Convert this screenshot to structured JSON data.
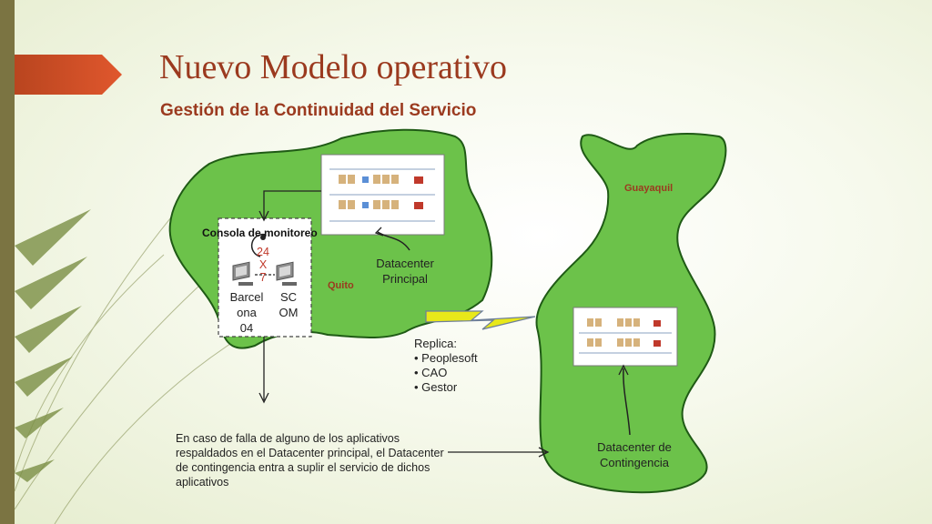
{
  "title": "Nuevo Modelo operativo",
  "subtitle": "Gestión de la Continuidad del Servicio",
  "regions": {
    "quito": "Quito",
    "guayaquil": "Guayaquil"
  },
  "monitor": {
    "label": "Consola de monitoreo",
    "hours_line1": "24",
    "hours_line2": "X",
    "hours_line3": "7",
    "pc1_line1": "Barcel",
    "pc1_line2": "ona",
    "pc1_line3": "04",
    "pc2_line1": "SC",
    "pc2_line2": "OM"
  },
  "datacenter_principal": {
    "line1": "Datacenter",
    "line2": "Principal"
  },
  "datacenter_contingencia": {
    "line1": "Datacenter de",
    "line2": "Contingencia"
  },
  "replica": {
    "heading": "Replica:",
    "items": [
      "Peoplesoft",
      "CAO",
      "Gestor"
    ]
  },
  "note": "En caso de falla de alguno de los aplicativos respaldados en el Datacenter principal, el Datacenter de contingencia entra a suplir el servicio de dichos aplicativos",
  "colors": {
    "title": "#9b3a1f",
    "land": "#6cc24a",
    "land_border": "#1f5a15",
    "accent_arrow": "#c8452a",
    "bolt": "#e8e81a"
  }
}
